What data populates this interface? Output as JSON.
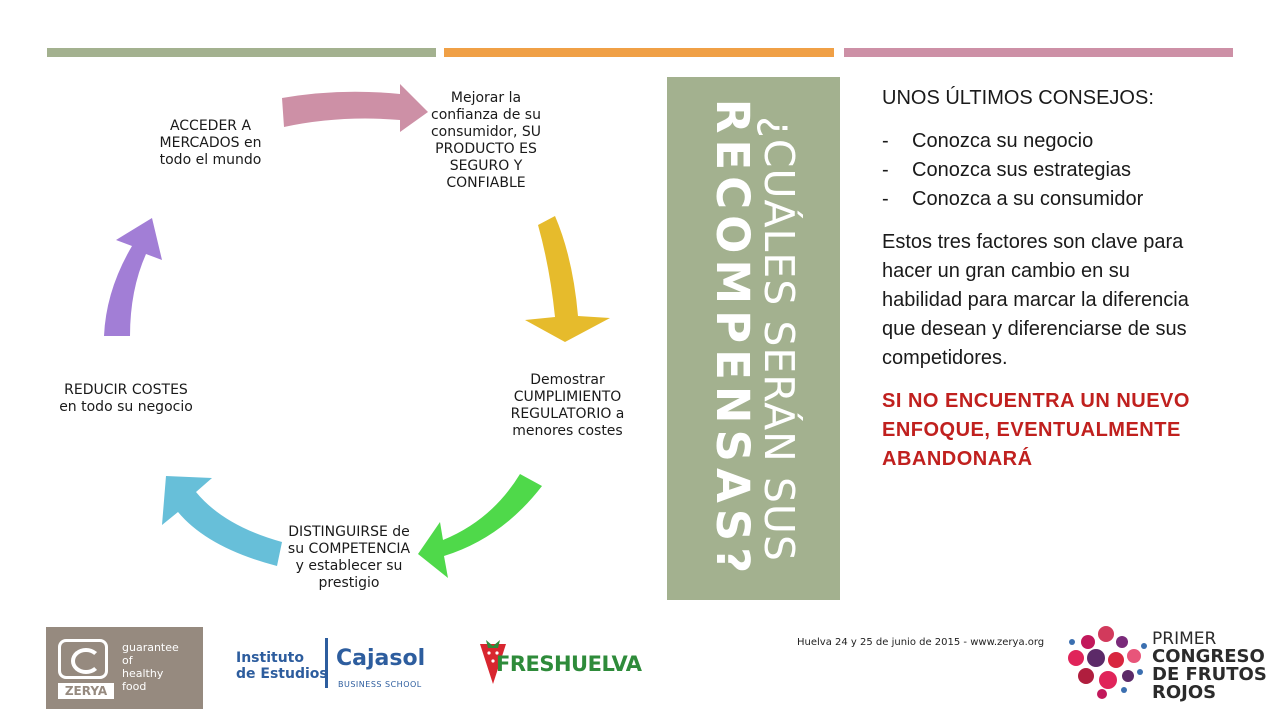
{
  "colors": {
    "bar_green": "#a3b18f",
    "bar_orange": "#f0a046",
    "bar_pink": "#cd90a6",
    "arrow_pink": "#cd90a6",
    "arrow_yellow": "#e6bb2c",
    "arrow_green": "#4fd94a",
    "arrow_blue": "#67bfd9",
    "arrow_purple": "#a27ed6",
    "warning": "#c0201e"
  },
  "cycle": {
    "nodes": [
      "Mejorar la confianza de su consumidor, SU PRODUCTO ES SEGURO Y CONFIABLE",
      "Demostrar CUMPLIMIENTO REGULATORIO a menores costes",
      "DISTINGUIRSE de su COMPETENCIA y establecer su prestigio",
      "REDUCIR COSTES en todo su negocio",
      "ACCEDER A MERCADOS en todo el mundo"
    ]
  },
  "title": {
    "line1": "¿CUÁLES SERÁN SUS",
    "line2": "RECOMPENSAS?"
  },
  "tips": {
    "heading": "UNOS ÚLTIMOS CONSEJOS:",
    "items": [
      "Conozca su negocio",
      "Conozca sus estrategias",
      "Conozca a su consumidor"
    ],
    "paragraph": "Estos tres factores son clave para hacer un gran cambio en su habilidad para marcar la diferencia que desean y diferenciarse de sus competidores.",
    "warning": "SI NO ENCUENTRA UN NUEVO ENFOQUE, EVENTUALMENTE ABANDONARÁ"
  },
  "logos": {
    "zerya_name": "ZERYA",
    "zerya_tagline": [
      "guarantee",
      "of",
      "healthy",
      "food"
    ],
    "instituto": [
      "Instituto",
      "de Estudios"
    ],
    "cajasol": "Cajasol",
    "cajasol_sub": "BUSINESS SCHOOL",
    "freshuelva": "FRESHUELVA",
    "congreso": [
      "PRIMER",
      "CONGRESO",
      "DE FRUTOS",
      "ROJOS"
    ]
  },
  "footer": "Huelva 24 y 25 de junio de 2015 - www.zerya.org"
}
